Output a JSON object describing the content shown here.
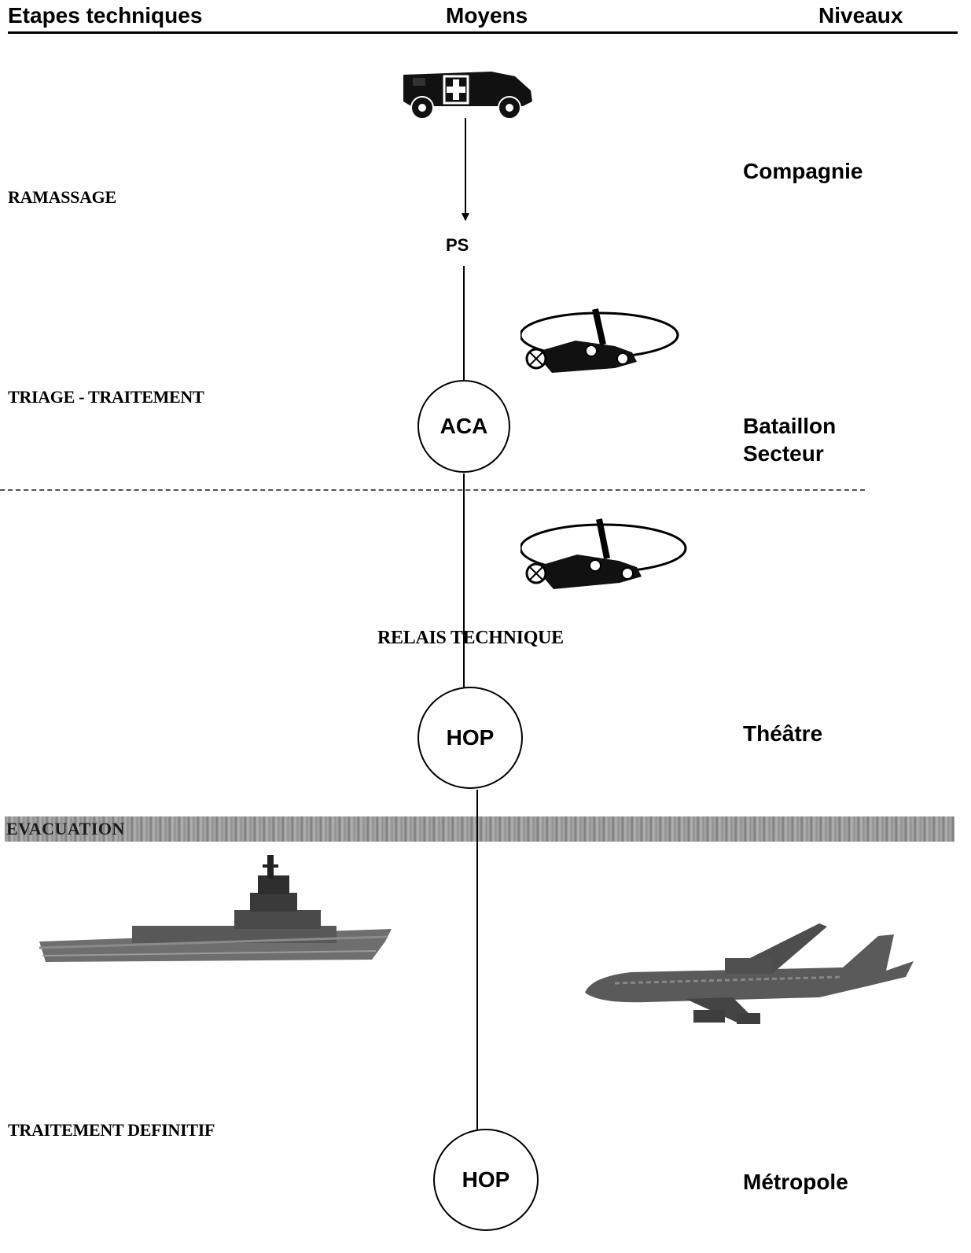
{
  "header": {
    "etapes": "Etapes techniques",
    "moyens": "Moyens",
    "niveaux": "Niveaux"
  },
  "stages": {
    "ramassage": "RAMASSAGE",
    "triage": "TRIAGE - TRAITEMENT",
    "relais": "RELAIS TECHNIQUE",
    "evacuation": "EVACUATION",
    "definitif": "TRAITEMENT DEFINITIF"
  },
  "levels": {
    "compagnie": "Compagnie",
    "bataillon": "Bataillon",
    "secteur": "Secteur",
    "theatre": "Théâtre",
    "metropole": "Métropole"
  },
  "nodes": {
    "ps": "PS",
    "aca": "ACA",
    "hop1": "HOP",
    "hop2": "HOP"
  },
  "icons": {
    "ambulance": "ambulance-icon",
    "helicopter": "helicopter-icon",
    "ship": "ship-icon",
    "airplane": "airplane-icon"
  }
}
